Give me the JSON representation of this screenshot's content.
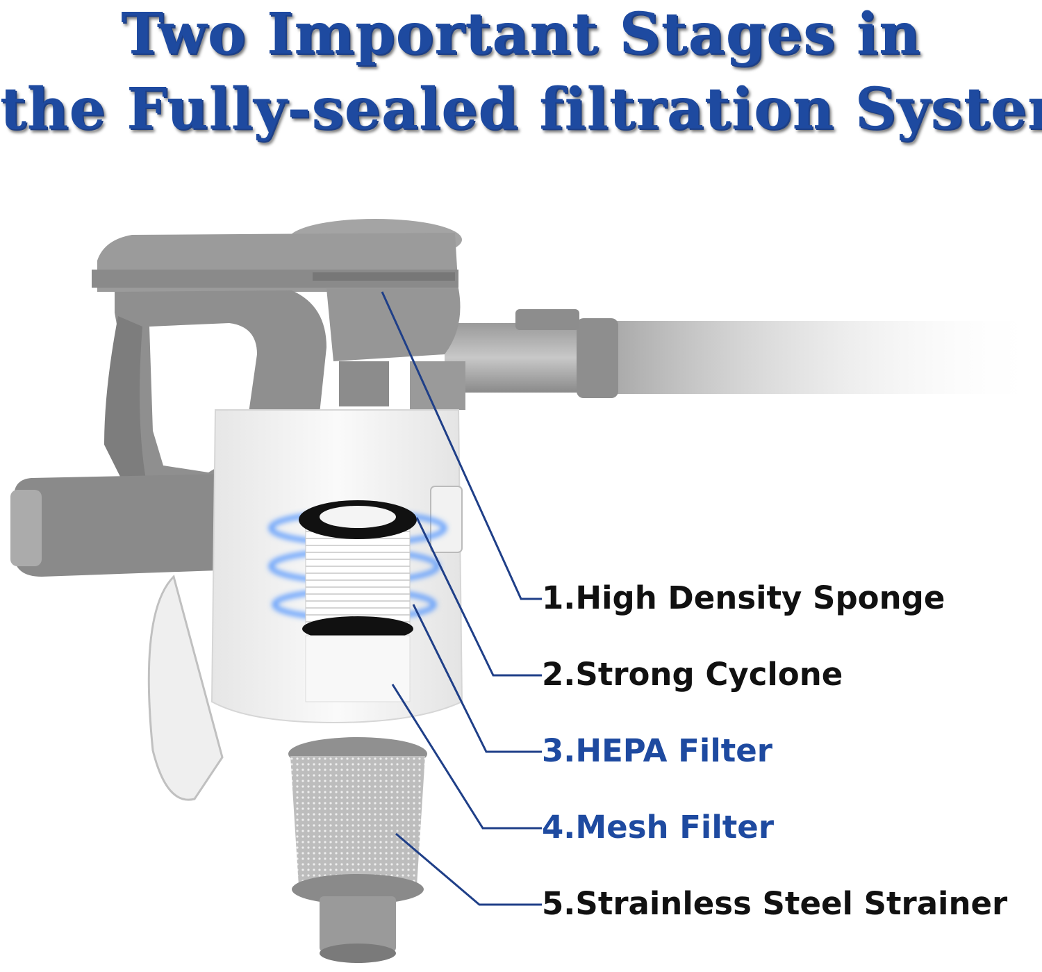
{
  "title": {
    "line1": "Two Important Stages in",
    "line2": "the Fully-sealed filtration System",
    "color": "#1e4aa0"
  },
  "labels": [
    {
      "text": "1.High Density Sponge",
      "color": "#111111"
    },
    {
      "text": "2.Strong Cyclone",
      "color": "#111111"
    },
    {
      "text": "3.HEPA Filter",
      "color": "#1e4aa0"
    },
    {
      "text": "4.Mesh Filter",
      "color": "#1e4aa0"
    },
    {
      "text": "5.Strainless Steel Strainer",
      "color": "#111111"
    }
  ],
  "colors": {
    "body_gray": "#8f8f8f",
    "leader_line": "#1f3f88",
    "glow": "#4a90ff"
  }
}
